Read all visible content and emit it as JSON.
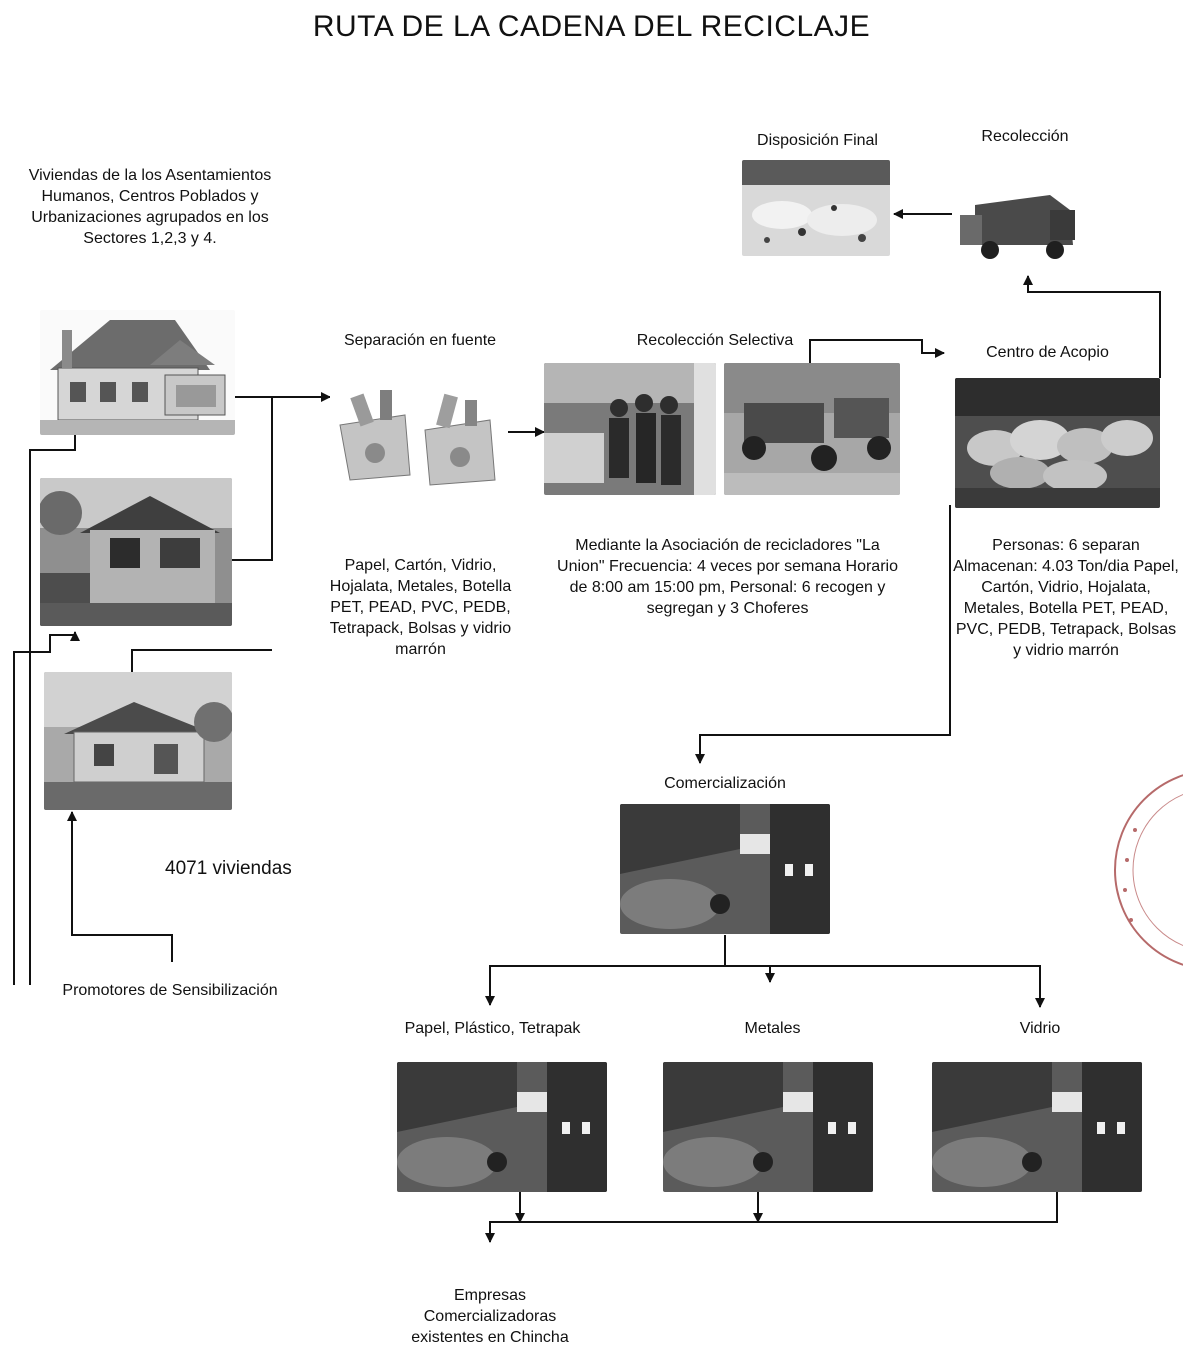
{
  "title": "RUTA DE LA CADENA DEL RECICLAJE",
  "nodes": {
    "viviendas": "Viviendas de la los Asentamientos Humanos, Centros Poblados y Urbanizaciones agrupados en los Sectores 1,2,3 y 4.",
    "viviendas_count": "4071 viviendas",
    "promotores": "Promotores de Sensibilización",
    "separacion": "Separación en fuente",
    "separacion_materials": "Papel, Cartón, Vidrio, Hojalata, Metales, Botella PET, PEAD, PVC, PEDB, Tetrapack, Bolsas y vidrio marrón",
    "recoleccion_selectiva": "Recolección Selectiva",
    "recoleccion_info": "Mediante la Asociación de recicladores \"La Union\" Frecuencia: 4 veces por semana Horario de 8:00 am 15:00 pm, Personal: 6 recogen y segregan y 3 Choferes",
    "centro_acopio": "Centro de Acopio",
    "centro_info": "Personas: 6 separan Almacenan: 4.03 Ton/dia Papel, Cartón, Vidrio, Hojalata, Metales, Botella PET, PEAD, PVC, PEDB, Tetrapack, Bolsas y vidrio marrón",
    "recoleccion": "Recolección",
    "disposicion_final": "Disposición Final",
    "comercializacion": "Comercialización",
    "papel_plastico": "Papel, Plástico, Tetrapak",
    "metales": "Metales",
    "vidrio": "Vidrio",
    "empresas": "Empresas Comercializadoras existentes en Chincha"
  }
}
